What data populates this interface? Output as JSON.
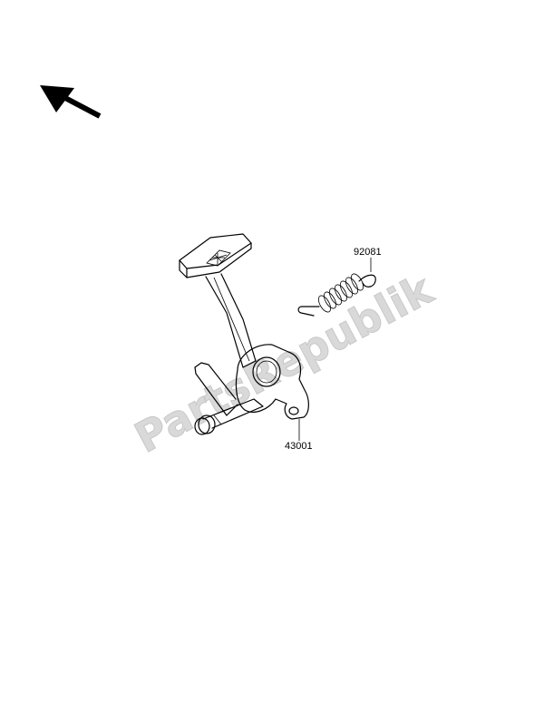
{
  "parts": [
    {
      "number": "92081"
    },
    {
      "number": "43001"
    }
  ],
  "watermark": {
    "text": "PartsRepublik"
  },
  "colors": {
    "ink": "#000000",
    "watermark": "#d9d9d9",
    "background": "#ffffff"
  },
  "icons": {
    "direction_arrow": "arrow-up-left-icon"
  }
}
